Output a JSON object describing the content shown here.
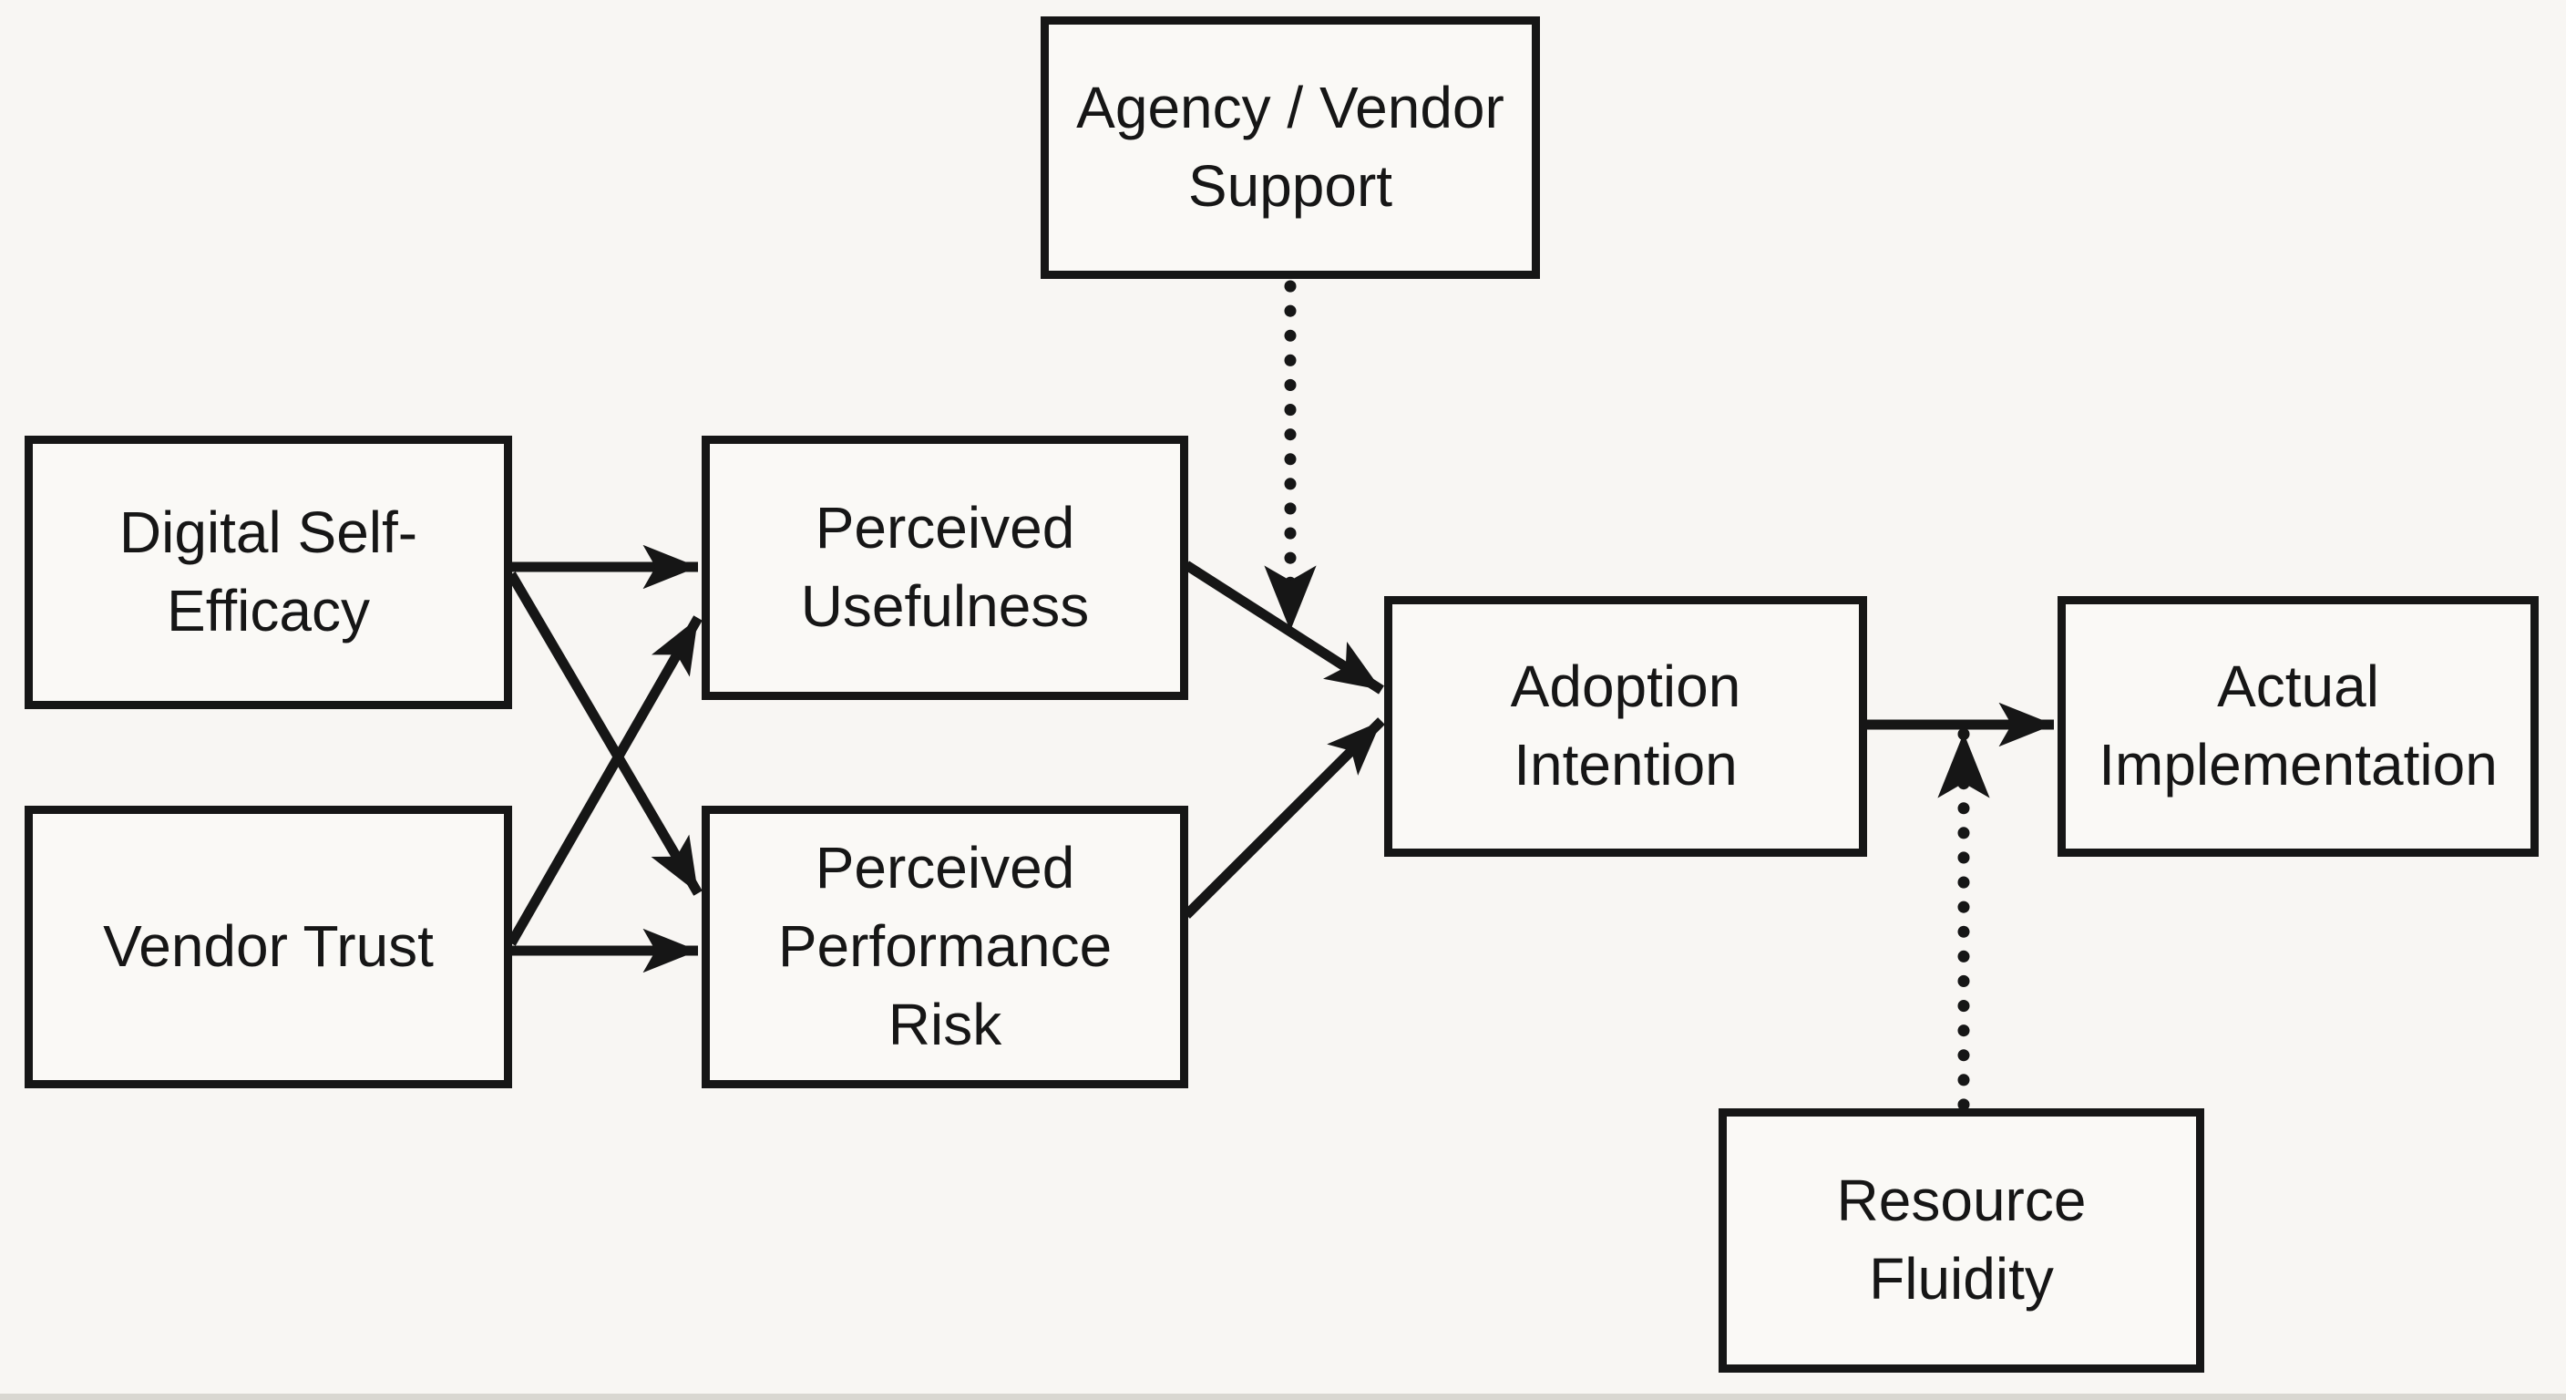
{
  "nodes": [
    {
      "id": "digital-self-efficacy",
      "label": "Digital Self-Efficacy"
    },
    {
      "id": "vendor-trust",
      "label": "Vendor Trust"
    },
    {
      "id": "perceived-usefulness",
      "label": "Perceived Usefulness"
    },
    {
      "id": "perceived-performance-risk",
      "label": "Perceived Performance Risk"
    },
    {
      "id": "agency-vendor-support",
      "label": "Agency / Vendor Support"
    },
    {
      "id": "adoption-intention",
      "label": "Adoption Intention"
    },
    {
      "id": "actual-implementation",
      "label": "Actual Implementation"
    },
    {
      "id": "resource-fluidity",
      "label": "Resource Fluidity"
    }
  ],
  "edges": [
    {
      "from": "digital-self-efficacy",
      "to": "perceived-usefulness",
      "style": "solid",
      "type": "direct"
    },
    {
      "from": "digital-self-efficacy",
      "to": "perceived-performance-risk",
      "style": "solid",
      "type": "direct"
    },
    {
      "from": "vendor-trust",
      "to": "perceived-usefulness",
      "style": "solid",
      "type": "direct"
    },
    {
      "from": "vendor-trust",
      "to": "perceived-performance-risk",
      "style": "solid",
      "type": "direct"
    },
    {
      "from": "perceived-usefulness",
      "to": "adoption-intention",
      "style": "solid",
      "type": "direct"
    },
    {
      "from": "perceived-performance-risk",
      "to": "adoption-intention",
      "style": "solid",
      "type": "direct"
    },
    {
      "from": "adoption-intention",
      "to": "actual-implementation",
      "style": "solid",
      "type": "direct"
    },
    {
      "from": "agency-vendor-support",
      "to": "perceived-usefulness->adoption-intention",
      "style": "dotted",
      "type": "moderation"
    },
    {
      "from": "resource-fluidity",
      "to": "adoption-intention->actual-implementation",
      "style": "dotted",
      "type": "moderation"
    }
  ],
  "colors": {
    "background": "#f8f6f3",
    "box_fill": "#faf9f6",
    "line": "#161616",
    "text": "#161616",
    "bottom_edge": "#cfccc5"
  }
}
